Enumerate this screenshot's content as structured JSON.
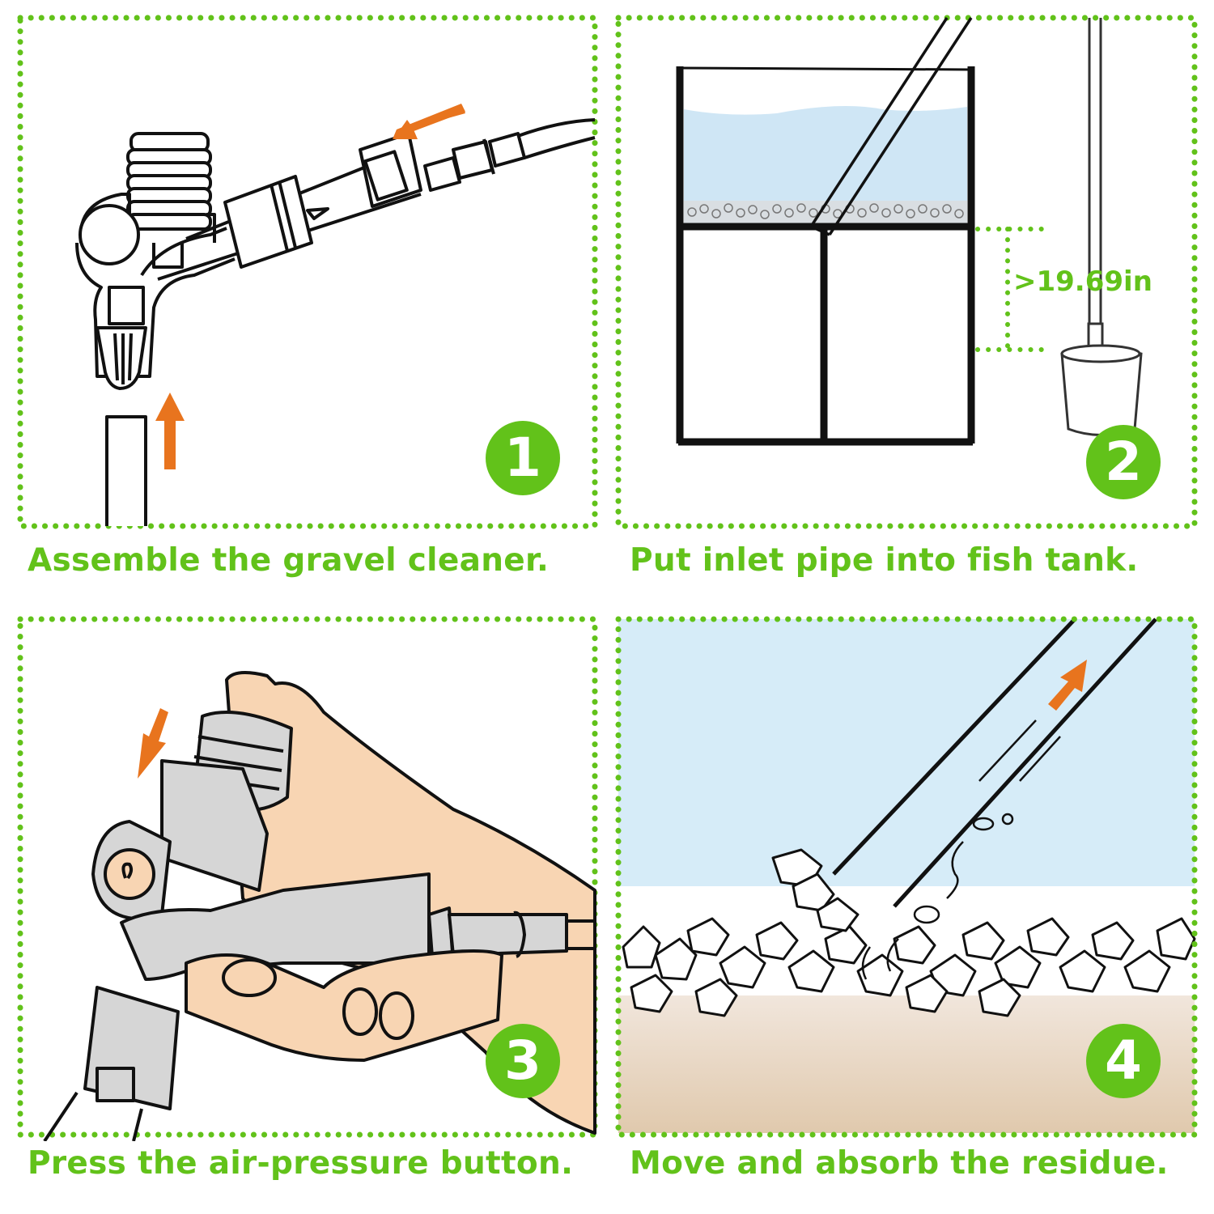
{
  "colors": {
    "accent_green": "#62c21a",
    "arrow_orange": "#e8741e",
    "water_blue": "#d6ecf8",
    "sand": "#e4cfb6",
    "skin": "#f8d5b3",
    "device_gray": "#d4d4d4"
  },
  "steps": [
    {
      "number": "1",
      "caption": "Assemble the gravel cleaner.",
      "icons": [
        "gravel-cleaner-icon",
        "arrow-left-icon",
        "arrow-up-icon"
      ]
    },
    {
      "number": "2",
      "caption": "Put inlet pipe into fish tank.",
      "measurement": ">19.69in",
      "icons": [
        "fish-tank-icon",
        "bucket-icon"
      ]
    },
    {
      "number": "3",
      "caption": "Press the air-pressure button.",
      "icons": [
        "hand-icon",
        "arrow-down-icon"
      ]
    },
    {
      "number": "4",
      "caption": "Move and absorb the residue.",
      "icons": [
        "pipe-icon",
        "gravel-icon",
        "arrow-up-right-icon"
      ]
    }
  ]
}
